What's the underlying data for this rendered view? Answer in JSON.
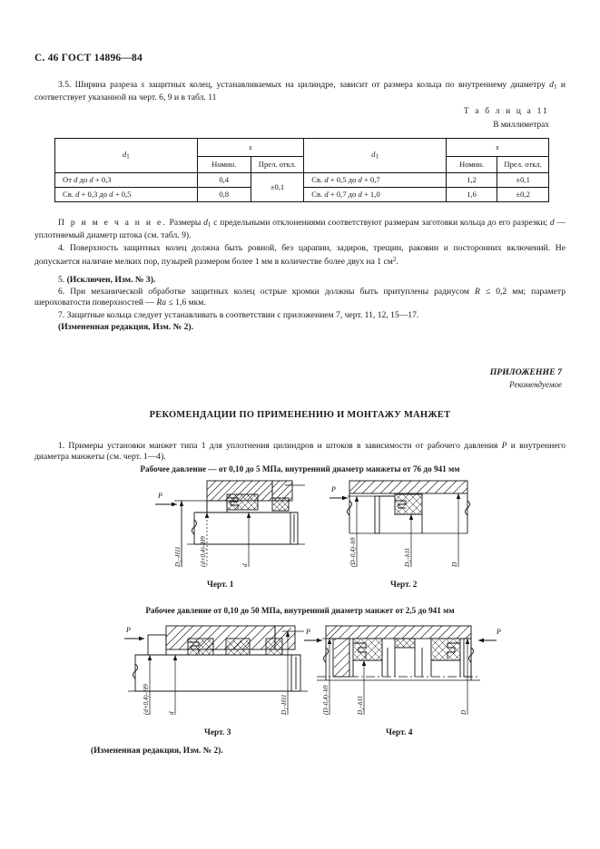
{
  "page": {
    "header": "С. 46 ГОСТ 14896—84"
  },
  "section_3_5": {
    "text_a": "3.5.  Ширина разреза ",
    "text_s": "s",
    "text_b": " защитных колец, устанавливаемых на цилиндре, зависит от размера кольца по внутреннему диаметру ",
    "text_d1": "d",
    "text_d1_sub": "1",
    "text_c": " и соответствует указанной на черт. 6, 9 и в табл. 11"
  },
  "table_caption": {
    "title": "Т а б л и ц а  11",
    "units": "В миллиметрах"
  },
  "table11": {
    "headers": {
      "d1": "d",
      "d1_sub": "1",
      "s": "s",
      "nominal": "Номин.",
      "deviation": "Прел. откл."
    },
    "rows": [
      {
        "left_range_pre": "От ",
        "left_range_d": "d",
        "left_range_mid": " до ",
        "left_range_d2": "d",
        "left_range_post": " + 0,3",
        "left_nominal": "0,4",
        "left_deviation": "±0,1",
        "right_range_pre": "Св. ",
        "right_range_d": "d",
        "right_range_mid": " + 0,5 до ",
        "right_range_d2": "d",
        "right_range_post": " + 0,7",
        "right_nominal": "1,2",
        "right_deviation": "±0,1"
      },
      {
        "left_range_pre": "Св. ",
        "left_range_d": "d",
        "left_range_mid": " + 0,3 до ",
        "left_range_d2": "d",
        "left_range_post": " + 0,5",
        "left_nominal": "0,8",
        "right_range_pre": "Св. ",
        "right_range_d": "d",
        "right_range_mid": " + 0,7 до ",
        "right_range_d2": "d",
        "right_range_post": " + 1,0",
        "right_nominal": "1,6",
        "right_deviation": "±0,2"
      }
    ]
  },
  "note": {
    "label": "П р и м е ч а н и е.",
    "text_a": " Размеры ",
    "d1": "d",
    "d1_sub": "1",
    "text_b": " с предельными отклонениями соответствуют размерам заготовки кольца до его разрезки; ",
    "d": "d",
    "text_c": " — уплотняемый диаметр штока (см. табл. 9)."
  },
  "item4": {
    "text": "4.  Поверхность защитных колец должна быть ровной, без царапин, задиров, трещин, раковин и посторонних включений. Не допускается наличие мелких пор, пузырей размером более 1 мм в количестве более двух на 1 см",
    "sup": "2",
    "tail": "."
  },
  "item5": {
    "num": "5. ",
    "bold": "(Исключен, Изм. № 3)."
  },
  "item6": {
    "text_a": "6.  При механической обработке защитных колец острые кромки должны быть притуплены радиусом ",
    "r": "R",
    "text_b": " ≤ 0,2 мм; параметр шероховатости поверхностей — ",
    "ra": "Ra",
    "text_c": " ≤ 1,6 мкм."
  },
  "item7": {
    "text": "7.  Защитные кольца следует устанавливать в соответствии с приложением 7, черт. 11, 12, 15—17."
  },
  "revision_note_1": "(Измененная редакция, Изм. № 2).",
  "appendix": {
    "number": "ПРИЛОЖЕНИЕ 7",
    "kind": "Рекомендуемое",
    "title": "РЕКОМЕНДАЦИИ ПО ПРИМЕНЕНИЮ И МОНТАЖУ МАНЖЕТ"
  },
  "item1_app": {
    "text_a": "1.  Примеры установки манжет типа 1 для уплотнения цилиндров и штоков в зависимости от рабочего давления ",
    "p": "P",
    "text_b": " и внутреннего диаметра манжеты (см. черт. 1—4)."
  },
  "pressure_group_1": "Рабочее давление — от 0,10 до 5 МПа, внутренний диаметр манжеты от 76 до 941 мм",
  "pressure_group_2": "Рабочее давление от 0,10 до 50 МПа, внутренний диаметр манжет от 2,5 до 941 мм",
  "figures": [
    {
      "caption": "Черт. 1",
      "pressure_symbol": "P",
      "labels": [
        "D₁–H11",
        "(d+0,4)–H9",
        "d"
      ]
    },
    {
      "caption": "Черт. 2",
      "pressure_symbol": "P",
      "labels": [
        "(D–0,4)–h9",
        "D₂–h11",
        "D"
      ]
    },
    {
      "caption": "Черт. 3",
      "pressure_symbol": "P",
      "labels": [
        "(d+0,4)–H9",
        "d",
        "D₁–H11"
      ]
    },
    {
      "caption": "Черт. 4",
      "pressure_symbol": "P",
      "labels": [
        "(D–0,4)–h9",
        "D₂–h11",
        "D"
      ]
    }
  ],
  "revision_note_2": "(Измененная редакция, Изм. № 2).",
  "colors": {
    "ink": "#111111",
    "paper": "#ffffff"
  }
}
